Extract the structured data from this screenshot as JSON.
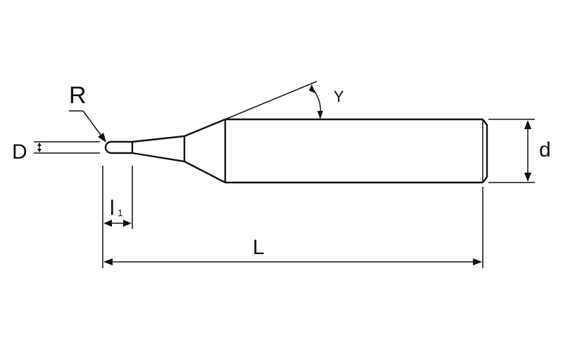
{
  "diagram": {
    "labels": {
      "radius": "R",
      "tip_diameter": "D",
      "angle": "Y",
      "shank_diameter": "d",
      "neck_length": "l",
      "neck_length_sub": "1",
      "overall_length": "L"
    },
    "colors": {
      "line": "#111111",
      "shank_fill": "#ffffff",
      "background": "#ffffff"
    }
  }
}
